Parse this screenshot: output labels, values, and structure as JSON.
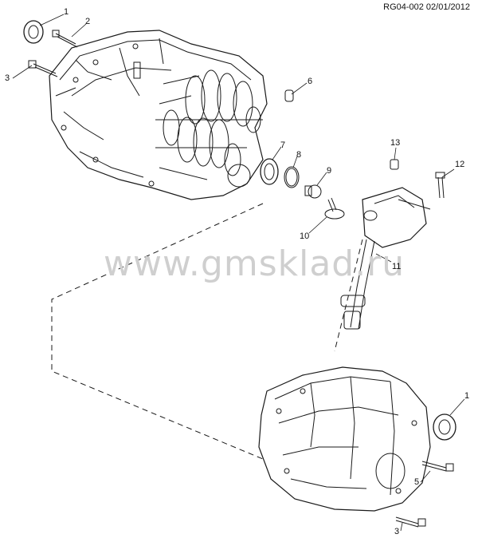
{
  "header": {
    "reference": "RG04-002 02/01/2012"
  },
  "watermark": "www.gmsklad.ru",
  "callouts": {
    "c1_top": "1",
    "c2": "2",
    "c3_top": "3",
    "c6": "6",
    "c7": "7",
    "c8": "8",
    "c9": "9",
    "c10": "10",
    "c11": "11",
    "c12": "12",
    "c13": "13",
    "c1_bottom": "1",
    "c5": "5",
    "c3_bottom": "3"
  },
  "colors": {
    "line": "#1a1a1a",
    "watermark": "#cfcfcf",
    "background": "#ffffff"
  }
}
